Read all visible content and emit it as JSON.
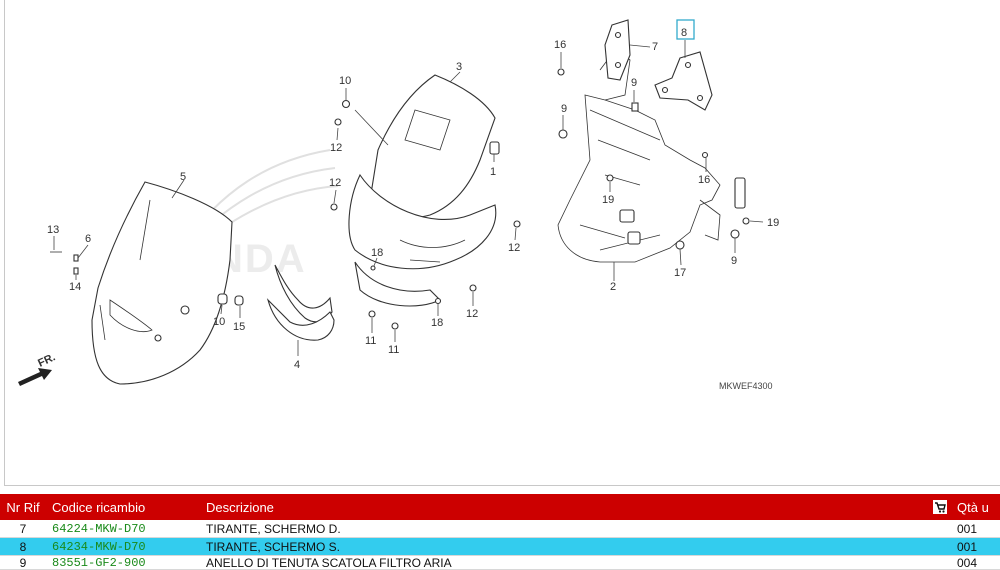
{
  "diagram": {
    "code": "MKWEF4300",
    "direction_label": "FR.",
    "watermark": "HONDA",
    "callouts": [
      "1",
      "2",
      "3",
      "4",
      "5",
      "6",
      "7",
      "8",
      "9",
      "9",
      "10",
      "10",
      "11",
      "11",
      "12",
      "12",
      "12",
      "12",
      "13",
      "14",
      "15",
      "16",
      "16",
      "17",
      "18",
      "18",
      "19",
      "19"
    ]
  },
  "table": {
    "headers": {
      "nr": "Nr Rif",
      "code": "Codice ricambio",
      "desc": "Descrizione",
      "qty": "Qtà u"
    },
    "rows": [
      {
        "nr": "7",
        "code": "64224-MKW-D70",
        "desc": "TIRANTE, SCHERMO D.",
        "qty": "001",
        "selected": false
      },
      {
        "nr": "8",
        "code": "64234-MKW-D70",
        "desc": "TIRANTE, SCHERMO S.",
        "qty": "001",
        "selected": true
      },
      {
        "nr": "9",
        "code": "83551-GF2-900",
        "desc": "ANELLO DI TENUTA SCATOLA FILTRO ARIA",
        "qty": "004",
        "selected": false
      }
    ]
  },
  "colors": {
    "header_bg": "#cc0000",
    "selected_row": "#33ccee",
    "code_text": "#1a8a1a"
  }
}
